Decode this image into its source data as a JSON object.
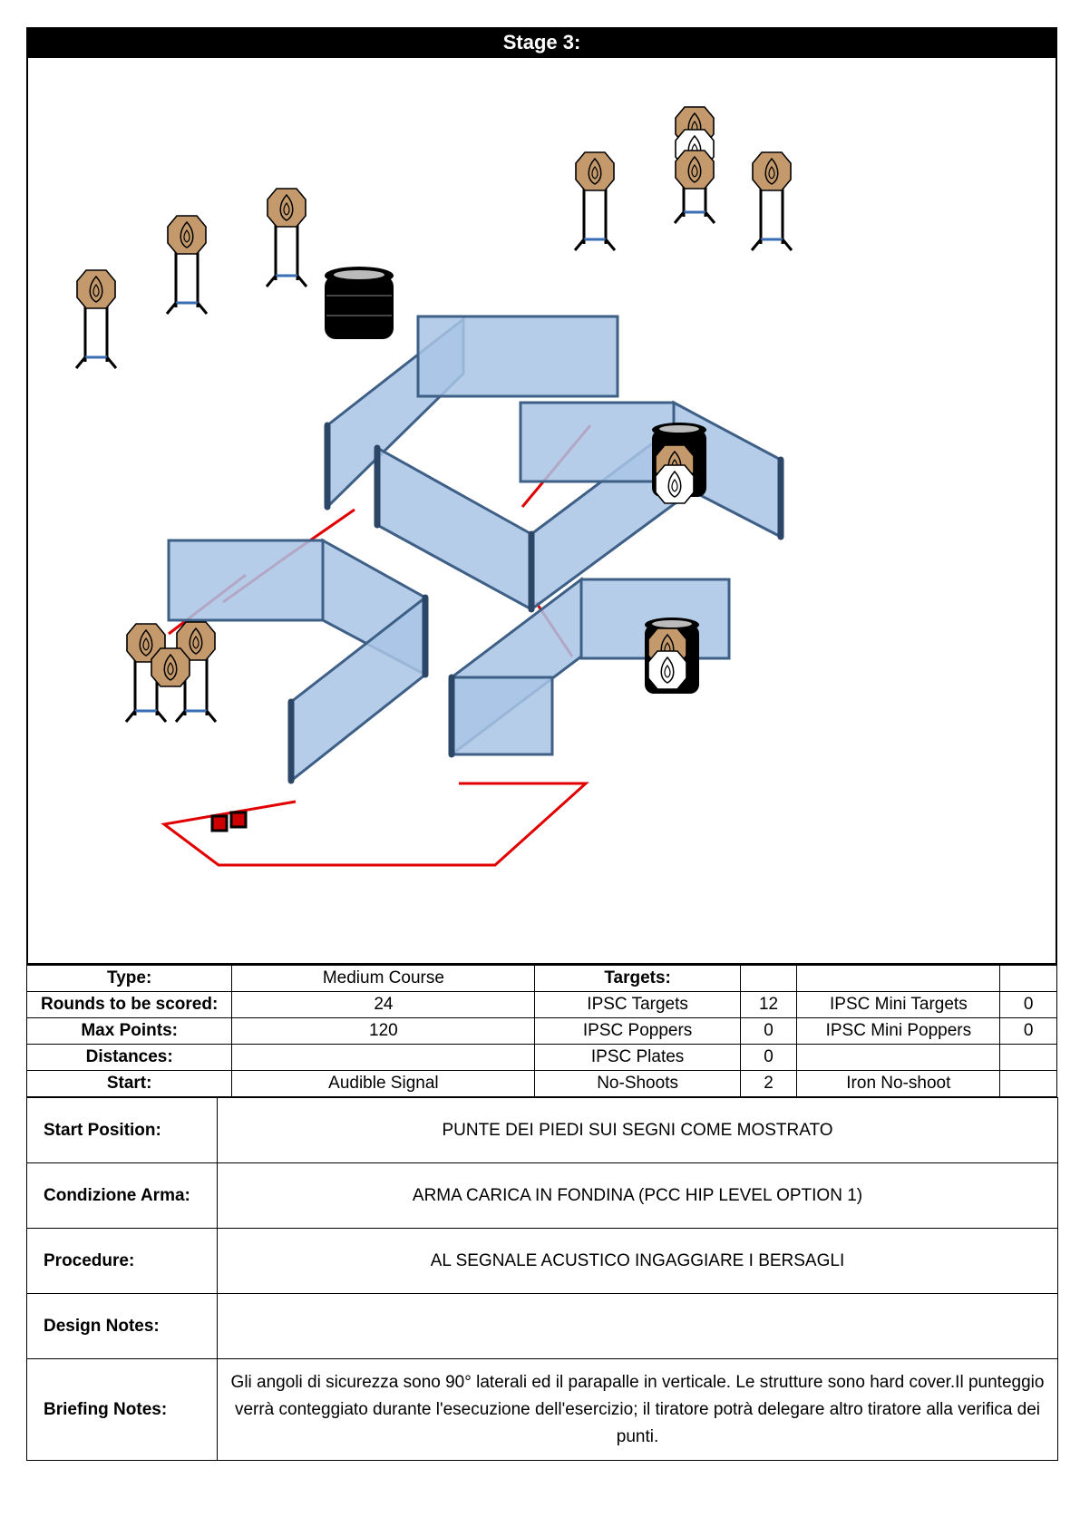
{
  "stage_title": "Stage 3:",
  "stats": {
    "type_label": "Type:",
    "type_value": "Medium Course",
    "rounds_label": "Rounds to be scored:",
    "rounds_value": "24",
    "maxpoints_label": "Max Points:",
    "maxpoints_value": "120",
    "distances_label": "Distances:",
    "distances_value": "",
    "start_label": "Start:",
    "start_value": "Audible Signal",
    "targets_header": "Targets:",
    "ipsc_targets_label": "IPSC Targets",
    "ipsc_targets_count": "12",
    "ipsc_poppers_label": "IPSC Poppers",
    "ipsc_poppers_count": "0",
    "ipsc_plates_label": "IPSC Plates",
    "ipsc_plates_count": "0",
    "no_shoots_label": "No-Shoots",
    "no_shoots_count": "2",
    "mini_targets_label": "IPSC Mini Targets",
    "mini_targets_count": "0",
    "mini_poppers_label": "IPSC Mini Poppers",
    "mini_poppers_count": "0",
    "iron_noshoot_label": "Iron No-shoot",
    "iron_noshoot_count": ""
  },
  "details": {
    "start_position_label": "Start Position:",
    "start_position_value": "PUNTE DEI PIEDI SUI SEGNI COME MOSTRATO",
    "condition_label": "Condizione Arma:",
    "condition_value": "ARMA CARICA IN FONDINA (PCC HIP LEVEL OPTION 1)",
    "procedure_label": "Procedure:",
    "procedure_value": "AL SEGNALE ACUSTICO INGAGGIARE I BERSAGLI",
    "design_label": "Design Notes:",
    "design_value": "",
    "briefing_label": "Briefing Notes:",
    "briefing_value": "Gli angoli di sicurezza sono 90° laterali ed il parapalle in verticale. Le strutture sono hard cover.Il punteggio verrà conteggiato durante l'esecuzione dell'esercizio; il tiratore potrà delegare altro tiratore alla verifica  dei punti."
  },
  "colors": {
    "wall_fill": "#a9c4e6",
    "wall_edge": "#3e5f86",
    "target_fill": "#c49a6c",
    "fault_line": "#e00000",
    "barrel": "#000000"
  }
}
